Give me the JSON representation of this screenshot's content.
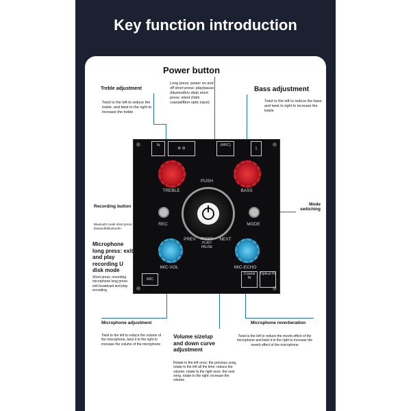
{
  "page_title": "Key function introduction",
  "power": {
    "heading": "Power button",
    "desc": "Long press: power on and off short press: play/pause (bluetooth/u disk) short press: silent (hdm coaxial/fiber optic input)"
  },
  "treble": {
    "heading": "Treble adjustment",
    "desc": "Twist to the left to reduce the treble, and twist to the right to increase the treble"
  },
  "bass": {
    "heading": "Bass adjustment",
    "desc": "Twist to the left to reduce the bass and twist to right to increase the treble"
  },
  "recording": {
    "heading": "Recording button",
    "desc": "Bluetooth mode short press: bluetooth/bluetooth+"
  },
  "mode": {
    "heading": "Mode switching"
  },
  "microphone_long": {
    "heading": "Microphone long press: exit and play recording U disk mode",
    "desc": "Short press: recording microphone long press: exit broadcast and play recording"
  },
  "mic_adjust": {
    "heading": "Microphone adjustment",
    "desc": "Twist to the left to reduce the volume of the microphone, twist it to the right to increase the volume of the microphone"
  },
  "volume": {
    "heading": "Volume size/up and down curve adjustment",
    "desc": "Rotate to the left once: the previous song, rotate to the left all the time: reduce the volume, rotate to the right once: the next song, rotate to the right: increase the volume"
  },
  "reverb": {
    "heading": "Microphone reverberation",
    "desc": "Twist to the left to reduce the reverb effect of the microphone and twist it to the right to increase the reverb effect of the microphone"
  },
  "panel": {
    "treble": "TREBLE",
    "bass": "BASS",
    "push": "PUSH",
    "rec": "REC",
    "mode": "MODE",
    "prev": "PREV",
    "next": "NEXT",
    "center": "ON/OFF PLAY/ PAUSE",
    "mic_vol": "MIC-VOL",
    "mic_echo": "MIC-ECHO",
    "mic": "MIC",
    "coaxial": "Coaxial IN",
    "optical": "Optical IN",
    "arc": "(ARC)"
  },
  "colors": {
    "line": "#1f6fb5",
    "knob_red": "#d3202b",
    "knob_blue": "#3aa7d6"
  }
}
